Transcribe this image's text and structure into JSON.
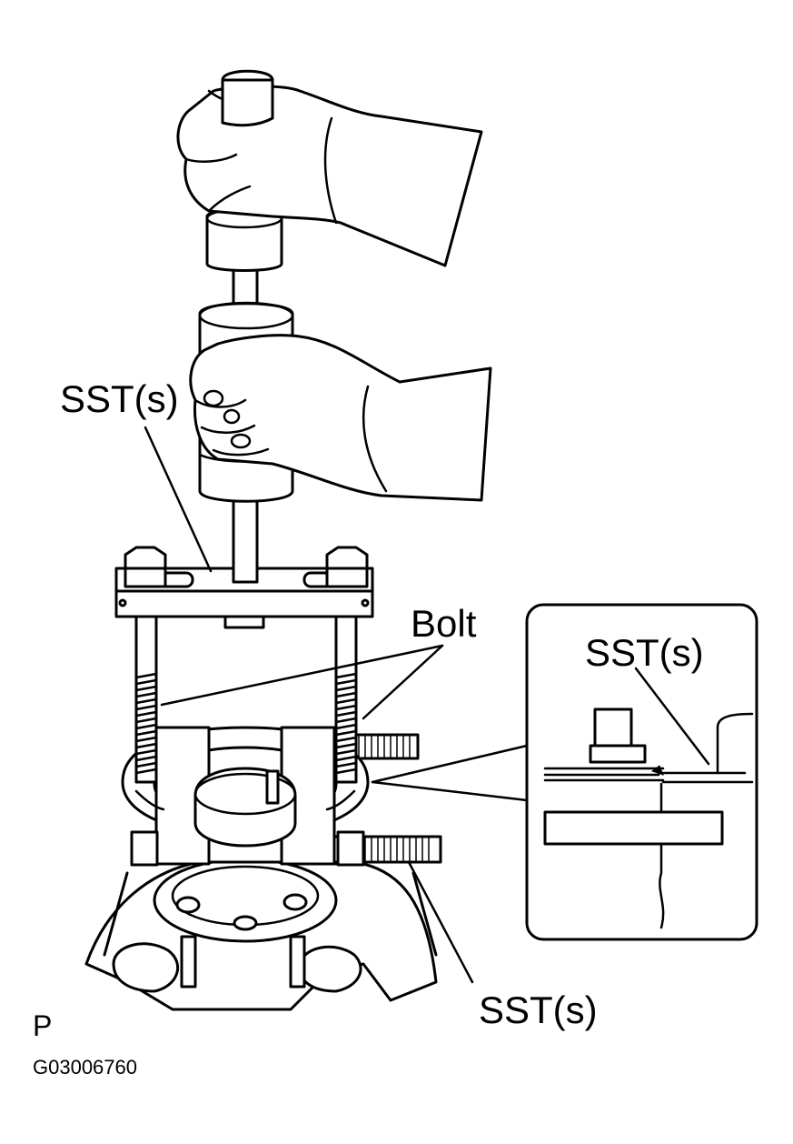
{
  "callouts": {
    "sst_upper": "SST(s)",
    "bolt": "Bolt",
    "sst_inset": "SST(s)",
    "sst_lower": "SST(s)"
  },
  "footer": {
    "view_code": "P",
    "figure_id": "G03006760"
  },
  "icons": [
    "sliding-hammer-icon",
    "puller-plate-icon",
    "bolt-icon",
    "hand-icon",
    "axle-hub-icon"
  ]
}
